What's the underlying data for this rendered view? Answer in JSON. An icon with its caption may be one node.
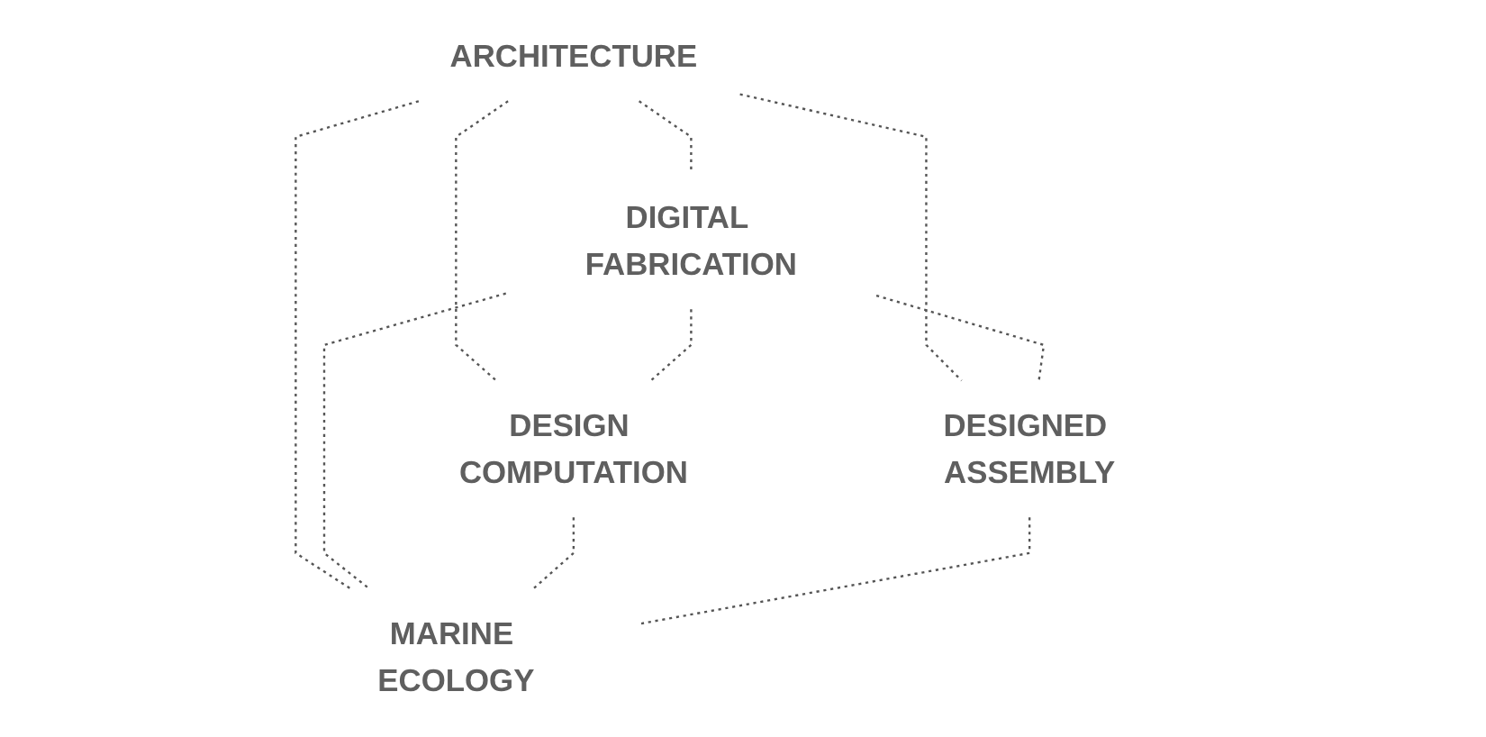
{
  "diagram": {
    "nodes": [
      {
        "text": [
          "ARCHITECTURE"
        ]
      },
      {
        "text": [
          "DIGITAL FABRICATION"
        ]
      },
      {
        "text": [
          "DESIGN COMPUTATION"
        ]
      },
      {
        "text": [
          "DESIGNED ASSEMBLY"
        ]
      },
      {
        "text": [
          "MARINE ECOLOGY"
        ]
      }
    ],
    "edges": [
      {
        "from": 0,
        "to": 1,
        "arrow": "none",
        "style": "dashed"
      },
      {
        "from": 0,
        "to": 2,
        "arrow": "none",
        "style": "dashed"
      },
      {
        "from": 0,
        "to": 3,
        "arrow": "none",
        "style": "dashed"
      },
      {
        "from": 0,
        "to": 4,
        "arrow": "none",
        "style": "dashed"
      },
      {
        "from": 1,
        "to": 2,
        "arrow": "none",
        "style": "dashed"
      },
      {
        "from": 1,
        "to": 3,
        "arrow": "none",
        "style": "dashed"
      },
      {
        "from": 1,
        "to": 4,
        "arrow": "none",
        "style": "dashed"
      },
      {
        "from": 2,
        "to": 4,
        "arrow": "none",
        "style": "dashed"
      },
      {
        "from": 3,
        "to": 4,
        "arrow": "none",
        "style": "dashed"
      }
    ]
  }
}
